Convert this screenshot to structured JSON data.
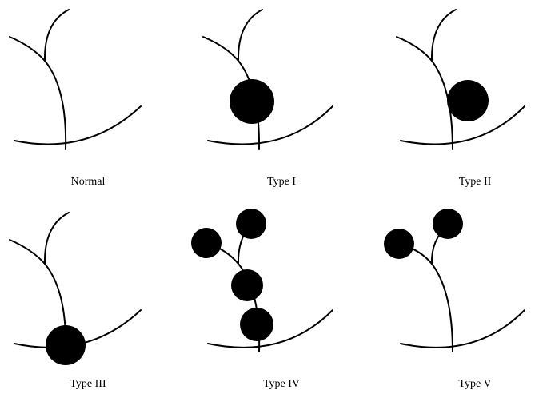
{
  "panels": [
    {
      "label": "Normal"
    },
    {
      "label": "Type I"
    },
    {
      "label": "Type II"
    },
    {
      "label": "Type III"
    },
    {
      "label": "Type IV"
    },
    {
      "label": "Type V"
    }
  ]
}
